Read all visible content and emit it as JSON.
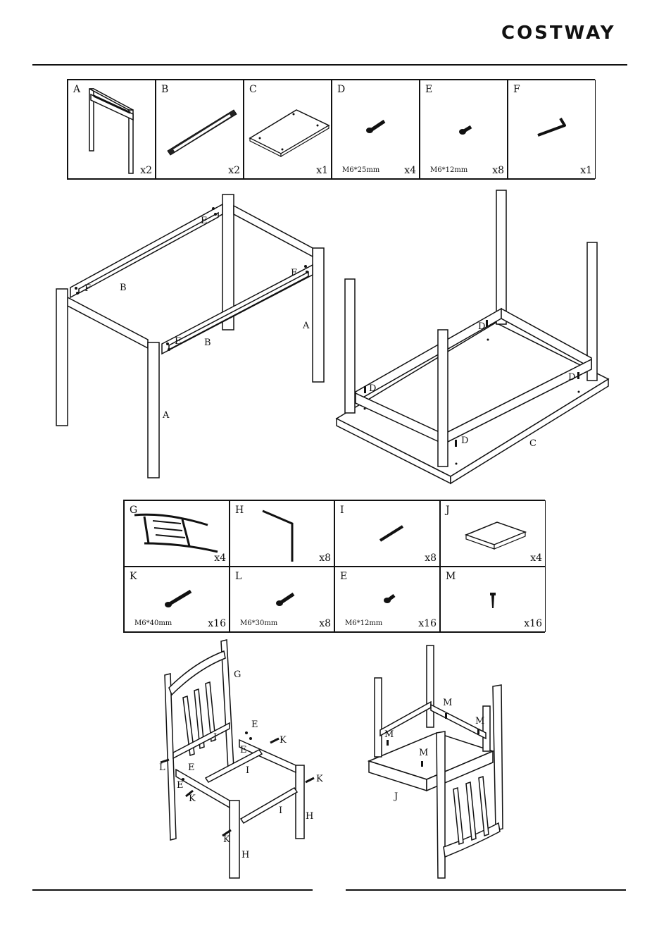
{
  "brand": "COSTWAY",
  "table_parts": [
    {
      "letter": "A",
      "qty": "x2",
      "size": ""
    },
    {
      "letter": "B",
      "qty": "x2",
      "size": ""
    },
    {
      "letter": "C",
      "qty": "x1",
      "size": ""
    },
    {
      "letter": "D",
      "qty": "x4",
      "size": "M6*25mm"
    },
    {
      "letter": "E",
      "qty": "x8",
      "size": "M6*12mm"
    },
    {
      "letter": "F",
      "qty": "x1",
      "size": ""
    }
  ],
  "chair_parts": [
    {
      "letter": "G",
      "qty": "x4",
      "size": ""
    },
    {
      "letter": "H",
      "qty": "x8",
      "size": ""
    },
    {
      "letter": "I",
      "qty": "x8",
      "size": ""
    },
    {
      "letter": "J",
      "qty": "x4",
      "size": ""
    },
    {
      "letter": "K",
      "qty": "x16",
      "size": "M6*40mm"
    },
    {
      "letter": "L",
      "qty": "x8",
      "size": "M6*30mm"
    },
    {
      "letter": "E",
      "qty": "x16",
      "size": "M6*12mm"
    },
    {
      "letter": "M",
      "qty": "x16",
      "size": ""
    }
  ],
  "labels": {
    "frame": [
      "E",
      "F",
      "B",
      "F",
      "E",
      "F",
      "B",
      "A",
      "A"
    ],
    "top": [
      "D",
      "D",
      "D",
      "D",
      "C"
    ],
    "chair_front": [
      "G",
      "E",
      "K",
      "L",
      "I",
      "E",
      "I",
      "E",
      "K",
      "K",
      "I",
      "H",
      "K",
      "H",
      "E"
    ],
    "chair_under": [
      "M",
      "M",
      "M",
      "M",
      "J"
    ]
  }
}
